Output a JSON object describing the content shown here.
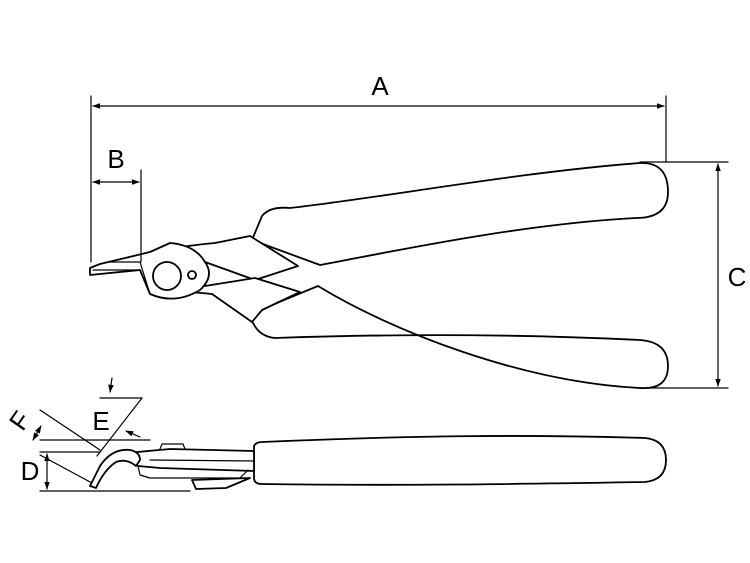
{
  "labels": {
    "a": "A",
    "b": "B",
    "c": "C",
    "d": "D",
    "e": "E",
    "f": "F"
  },
  "colors": {
    "ink": "#000000",
    "background": "#ffffff"
  }
}
